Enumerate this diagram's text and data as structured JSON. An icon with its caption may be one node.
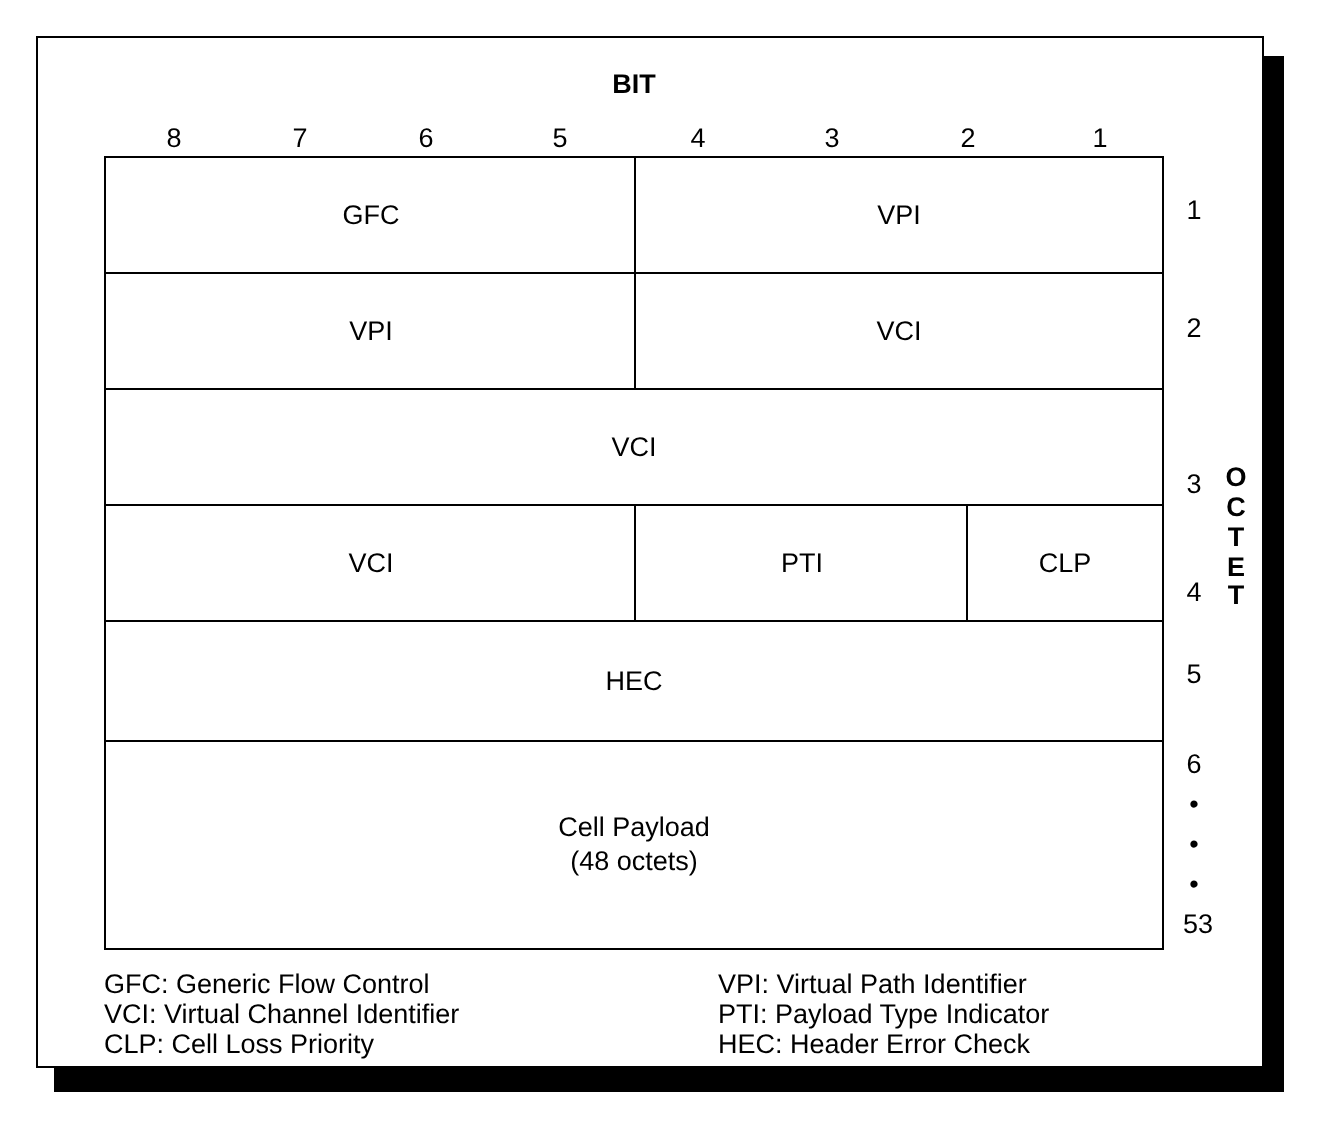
{
  "diagram": {
    "nodes": [
      {
        "text": [
          "GFC"
        ]
      },
      {
        "text": [
          "VPI"
        ]
      },
      {
        "text": [
          "VPI"
        ]
      },
      {
        "text": [
          "VCI"
        ]
      },
      {
        "text": [
          "VCI"
        ]
      },
      {
        "text": [
          "VCI"
        ]
      },
      {
        "text": [
          "PTI"
        ]
      },
      {
        "text": [
          "CLP"
        ]
      },
      {
        "text": [
          "HEC"
        ]
      },
      {
        "text": [
          "Cell Payload (48 octets)"
        ]
      }
    ],
    "labels": [
      "BIT",
      "8",
      "7",
      "6",
      "5",
      "4",
      "3",
      "2",
      "1",
      "1",
      "2",
      "3",
      "OCTET",
      "4",
      "5",
      "6",
      "•",
      "•",
      "•",
      "53",
      "GFC: Generic Flow Control",
      "VPI: Virtual Path Identifier",
      "VCI: Virtual Channel Identifier",
      "PTI: Payload Type Indicator",
      "CLP: Cell Loss Priority",
      "HEC: Header Error Check"
    ]
  }
}
